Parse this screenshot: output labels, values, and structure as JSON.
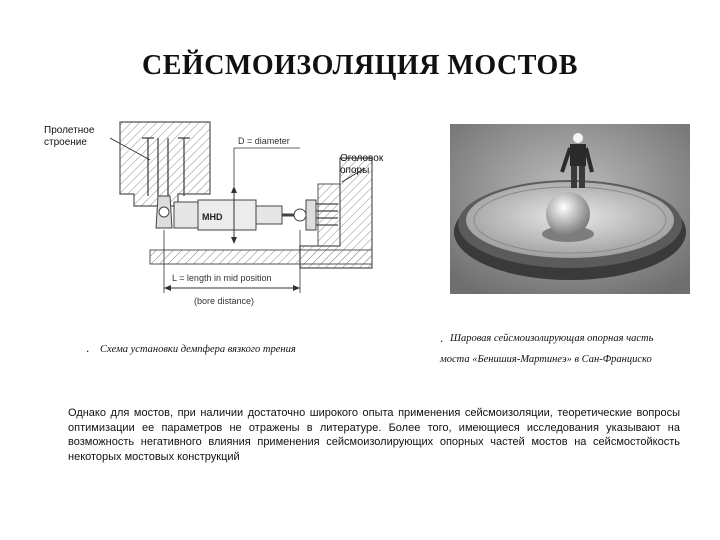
{
  "title": "СЕЙСМОИЗОЛЯЦИЯ МОСТОВ",
  "diagram": {
    "label_span": "Пролетное строение",
    "label_pier_head": "Оголовок опоры",
    "label_diameter": "D = diameter",
    "label_mhd": "MHD",
    "label_length": "L = length in mid position",
    "label_bore": "(bore distance)"
  },
  "caption_left": "Схема установки демпфера вязкого трения",
  "caption_right_line1": "Шаровая сейсмоизолирующая опорная часть",
  "caption_right_line2": "моста «Бенишия-Мартинеэ» в Сан-Франциско",
  "bullet": ".",
  "body_text": "Однако для мостов, при наличии достаточно широкого опыта применения сейсмоизоляции, теоретические вопросы оптимизации ее параметров не отражены в литературе. Более того, имеющиеся исследования указывают на возможность негативного влияния применения сейсмоизолирующих опорных частей мостов на сейсмостойкость некоторых мостовых конструкций"
}
